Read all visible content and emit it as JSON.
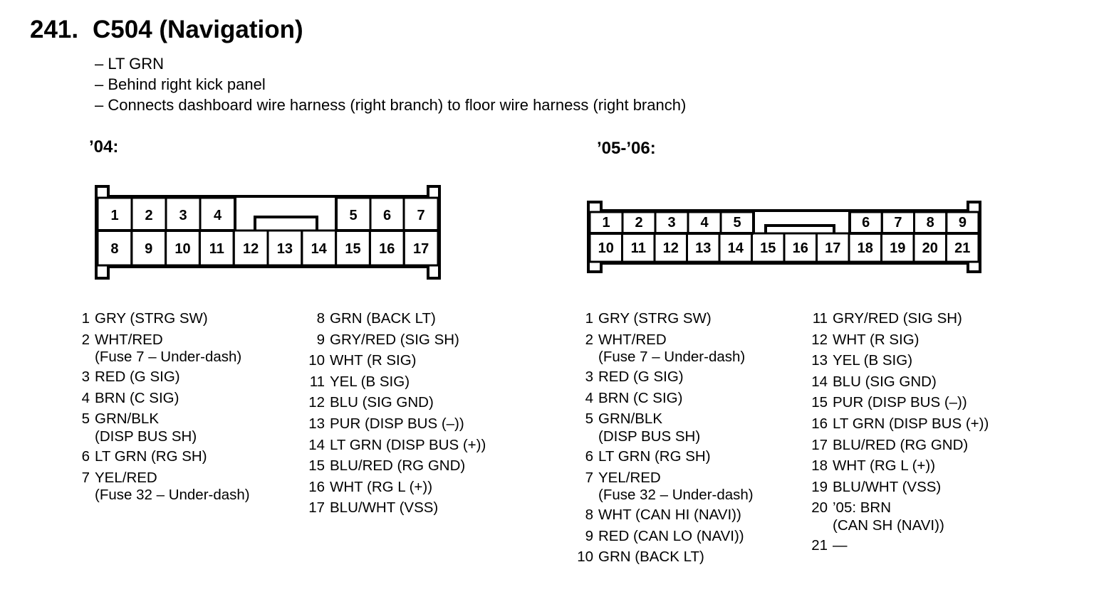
{
  "title": {
    "number": "241.",
    "text": "C504 (Navigation)"
  },
  "notes": [
    "– LT GRN",
    "– Behind right kick panel",
    "– Connects dashboard wire harness (right branch) to floor wire harness (right branch)"
  ],
  "connectors": [
    {
      "label": "’04:",
      "top_row": [
        "1",
        "2",
        "3",
        "4",
        "5",
        "6",
        "7"
      ],
      "bottom_row": [
        "8",
        "9",
        "10",
        "11",
        "12",
        "13",
        "14",
        "15",
        "16",
        "17"
      ],
      "pins": [
        {
          "num": "1",
          "wire": "GRY (STRG SW)"
        },
        {
          "num": "2",
          "wire": "WHT/RED",
          "sub": "(Fuse 7 – Under-dash)"
        },
        {
          "num": "3",
          "wire": "RED (G SIG)"
        },
        {
          "num": "4",
          "wire": "BRN (C SIG)"
        },
        {
          "num": "5",
          "wire": "GRN/BLK",
          "sub": "(DISP BUS SH)"
        },
        {
          "num": "6",
          "wire": "LT GRN (RG SH)"
        },
        {
          "num": "7",
          "wire": "YEL/RED",
          "sub": "(Fuse 32 – Under-dash)"
        },
        {
          "num": "8",
          "wire": "GRN (BACK LT)"
        },
        {
          "num": "9",
          "wire": "GRY/RED (SIG SH)"
        },
        {
          "num": "10",
          "wire": "WHT (R SIG)"
        },
        {
          "num": "11",
          "wire": "YEL (B SIG)"
        },
        {
          "num": "12",
          "wire": "BLU (SIG GND)"
        },
        {
          "num": "13",
          "wire": "PUR (DISP BUS (–))"
        },
        {
          "num": "14",
          "wire": "LT GRN (DISP BUS (+))"
        },
        {
          "num": "15",
          "wire": "BLU/RED (RG GND)"
        },
        {
          "num": "16",
          "wire": "WHT (RG L (+))"
        },
        {
          "num": "17",
          "wire": "BLU/WHT (VSS)"
        }
      ]
    },
    {
      "label": "’05-’06:",
      "top_row": [
        "1",
        "2",
        "3",
        "4",
        "5",
        "6",
        "7",
        "8",
        "9"
      ],
      "bottom_row": [
        "10",
        "11",
        "12",
        "13",
        "14",
        "15",
        "16",
        "17",
        "18",
        "19",
        "20",
        "21"
      ],
      "pins": [
        {
          "num": "1",
          "wire": "GRY (STRG SW)"
        },
        {
          "num": "2",
          "wire": "WHT/RED",
          "sub": "(Fuse 7 – Under-dash)"
        },
        {
          "num": "3",
          "wire": "RED (G SIG)"
        },
        {
          "num": "4",
          "wire": "BRN (C SIG)"
        },
        {
          "num": "5",
          "wire": "GRN/BLK",
          "sub": "(DISP BUS SH)"
        },
        {
          "num": "6",
          "wire": "LT GRN (RG SH)"
        },
        {
          "num": "7",
          "wire": "YEL/RED",
          "sub": "(Fuse 32 – Under-dash)"
        },
        {
          "num": "8",
          "wire": "WHT (CAN HI (NAVI))"
        },
        {
          "num": "9",
          "wire": "RED (CAN LO (NAVI))"
        },
        {
          "num": "10",
          "wire": "GRN (BACK LT)"
        },
        {
          "num": "11",
          "wire": "GRY/RED (SIG SH)"
        },
        {
          "num": "12",
          "wire": "WHT (R SIG)"
        },
        {
          "num": "13",
          "wire": "YEL (B SIG)"
        },
        {
          "num": "14",
          "wire": "BLU (SIG GND)"
        },
        {
          "num": "15",
          "wire": "PUR (DISP BUS (–))"
        },
        {
          "num": "16",
          "wire": "LT GRN (DISP BUS (+))"
        },
        {
          "num": "17",
          "wire": "BLU/RED (RG GND)"
        },
        {
          "num": "18",
          "wire": "WHT (RG L (+))"
        },
        {
          "num": "19",
          "wire": "BLU/WHT (VSS)"
        },
        {
          "num": "20",
          "wire": "’05: BRN",
          "sub": "(CAN SH (NAVI))"
        },
        {
          "num": "21",
          "wire": "—"
        }
      ]
    }
  ]
}
